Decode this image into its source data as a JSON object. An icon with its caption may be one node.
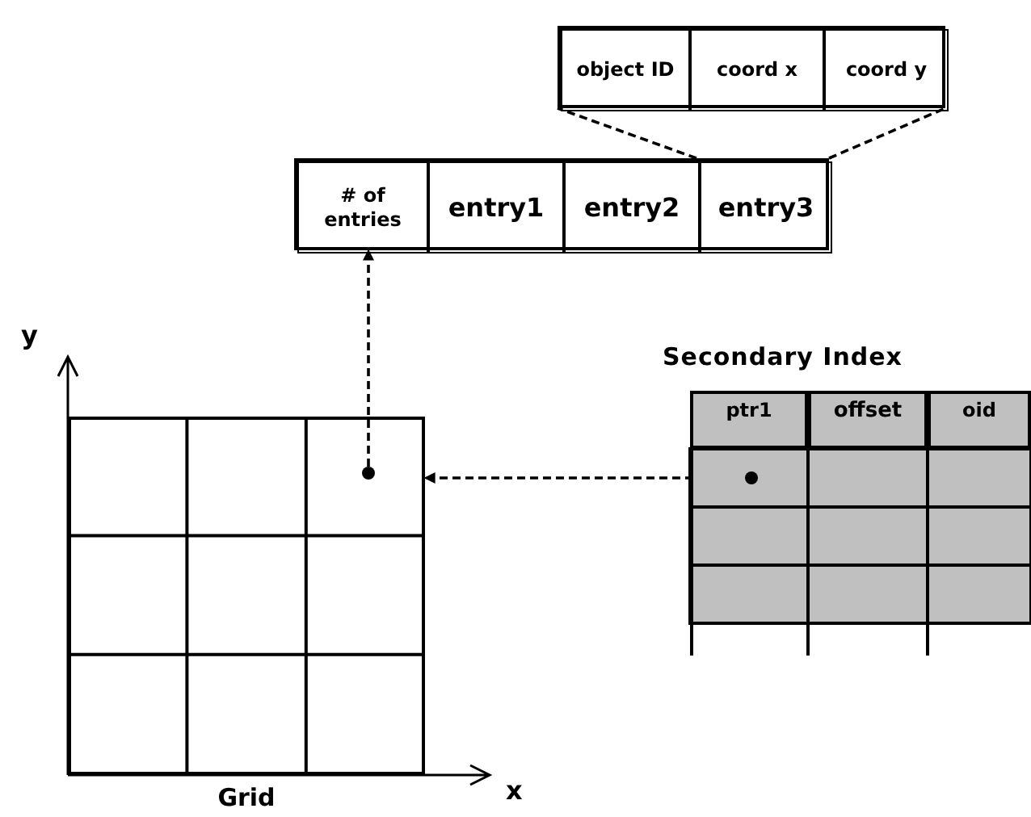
{
  "diagram": {
    "nodes": [
      {
        "text": [],
        "shape": "box"
      },
      {
        "text": [
          "object ID"
        ],
        "in": 0
      },
      {
        "text": [
          "coord x"
        ],
        "in": 0
      },
      {
        "text": [
          "coord y"
        ],
        "in": 0
      },
      {
        "text": [],
        "shape": "box"
      },
      {
        "text": [
          "# of entries"
        ],
        "in": 4
      },
      {
        "text": [
          "entry1"
        ],
        "in": 4
      },
      {
        "text": [
          "entry2"
        ],
        "in": 4
      },
      {
        "text": [
          "entry3"
        ],
        "in": 4
      },
      {
        "text": [
          "Grid"
        ]
      },
      {
        "text": [],
        "shape": "circle",
        "in": 9
      },
      {
        "text": [
          "Secondary Index"
        ]
      },
      {
        "text": [
          "ptr1"
        ],
        "in": 11
      },
      {
        "text": [
          "offset"
        ],
        "in": 11
      },
      {
        "text": [
          "oid"
        ],
        "in": 11
      },
      {
        "text": [],
        "shape": "circle",
        "in": 11
      }
    ],
    "edges": [
      {
        "from": 8,
        "to": 0,
        "arrow": "none",
        "style": "dashed"
      },
      {
        "from": 8,
        "to": 0,
        "arrow": "none",
        "style": "dashed"
      },
      {
        "from": 10,
        "to": 5,
        "arrow": "to",
        "style": "dashed"
      },
      {
        "from": 15,
        "to": 9,
        "arrow": "to",
        "style": "dashed"
      }
    ],
    "labels": [
      "y",
      "x"
    ]
  }
}
